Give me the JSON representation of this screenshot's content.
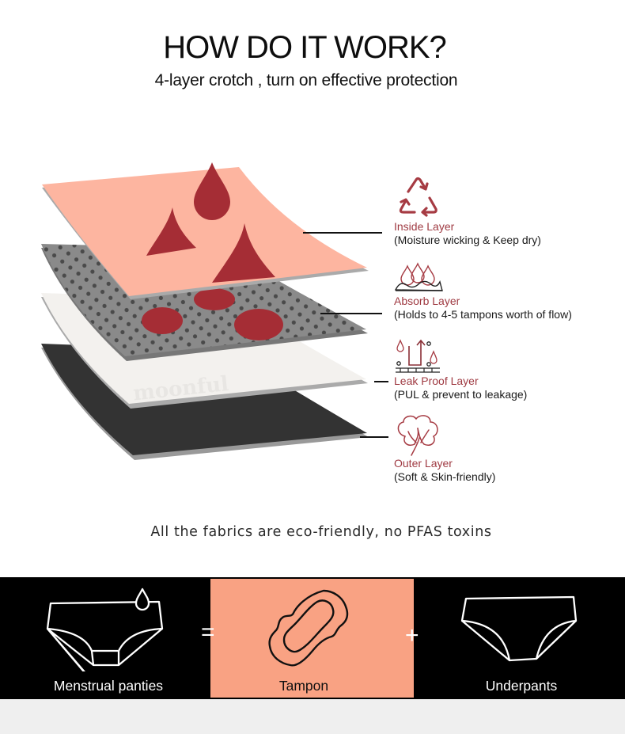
{
  "header": {
    "title": "HOW DO IT WORK?",
    "subtitle": "4-layer crotch , turn on effective protection"
  },
  "diagram": {
    "brand_watermark": "moonful",
    "colors": {
      "inside": "#fdb5a0",
      "absorb": "#8a8a8a",
      "leak_proof": "#f3f1ee",
      "outer": "#333333",
      "blood": "#a52d35",
      "label_accent": "#9f3a42"
    },
    "layers": [
      {
        "name": "Inside Layer",
        "description": "(Moisture wicking & Keep dry)",
        "icon": "recycle-icon"
      },
      {
        "name": "Absorb Layer",
        "description": "(Holds to 4-5 tampons worth of flow)",
        "icon": "absorb-drops-icon"
      },
      {
        "name": "Leak Proof Layer",
        "description": "(PUL & prevent to leakage)",
        "icon": "leak-barrier-icon"
      },
      {
        "name": "Outer Layer",
        "description": "(Soft & Skin-friendly)",
        "icon": "cotton-icon"
      }
    ]
  },
  "eco_note": "All the fabrics are eco-friendly, no PFAS toxins",
  "comparison": {
    "items": [
      {
        "label": "Menstrual panties",
        "icon": "panties-with-drop-icon"
      },
      {
        "label": "Tampon",
        "icon": "sanitary-pad-icon"
      },
      {
        "label": "Underpants",
        "icon": "underpants-icon"
      }
    ],
    "operators": [
      "=",
      "+"
    ],
    "colors": {
      "band": "#000000",
      "highlight": "#f9a283"
    }
  }
}
